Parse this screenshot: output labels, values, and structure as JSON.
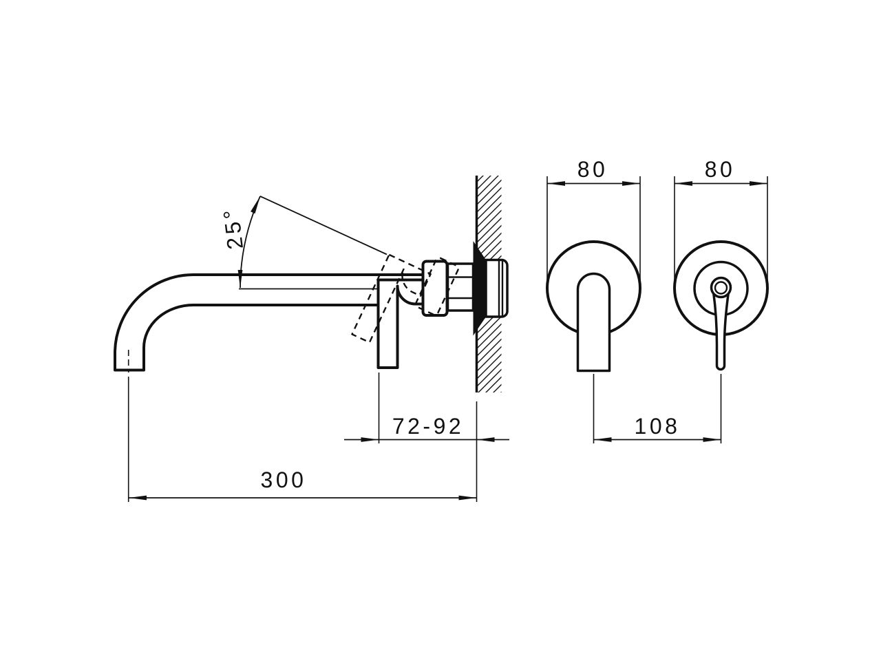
{
  "colors": {
    "line": "#111111",
    "background": "#ffffff"
  },
  "dimensions": {
    "spout_angle": "25°",
    "spout_reach": "300",
    "handle_to_wall": "72-92",
    "plate_centers": "108",
    "spout_plate_width": "80",
    "handle_plate_width": "80"
  }
}
